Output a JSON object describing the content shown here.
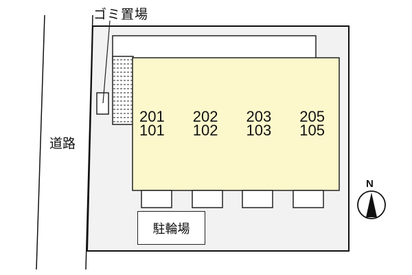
{
  "map": {
    "type": "site-plan",
    "labels": {
      "garbage": "ゴミ置場",
      "road": "道路",
      "bicycle_parking": "駐輪場",
      "north": "N"
    },
    "units": [
      {
        "upper": "201",
        "lower": "101"
      },
      {
        "upper": "202",
        "lower": "102"
      },
      {
        "upper": "203",
        "lower": "103"
      },
      {
        "upper": "205",
        "lower": "105"
      }
    ],
    "colors": {
      "lot": "#f2f2f2",
      "building": "#fdf8cc",
      "outline": "#111111",
      "background": "#ffffff"
    }
  }
}
